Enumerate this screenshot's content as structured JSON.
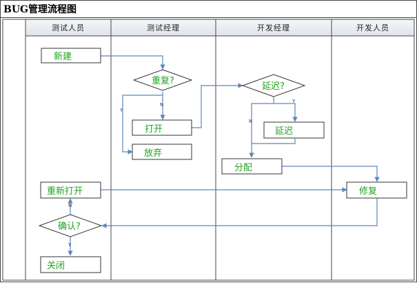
{
  "title": "BUG管理流程图",
  "lanes": [
    "测试人员",
    "测试经理",
    "开发经理",
    "开发人员"
  ],
  "nodes": {
    "new": "新建",
    "duplicate": "重复?",
    "open": "打开",
    "discard": "放弃",
    "delay_q": "延迟?",
    "delay": "延迟",
    "assign": "分配",
    "reopen": "重新打开",
    "fix": "修复",
    "confirm": "确认?",
    "close": "关闭"
  },
  "branch_labels": {
    "dup_no": "N",
    "dup_yes": "Y",
    "delay_no": "N",
    "delay_yes": "Y",
    "confirm_no": "N",
    "confirm_yes": "Y"
  },
  "colors": {
    "text": "#1fa31f",
    "arrow": "#5a86c0",
    "border": "#333333",
    "header_bg": "#e6eaf0"
  }
}
